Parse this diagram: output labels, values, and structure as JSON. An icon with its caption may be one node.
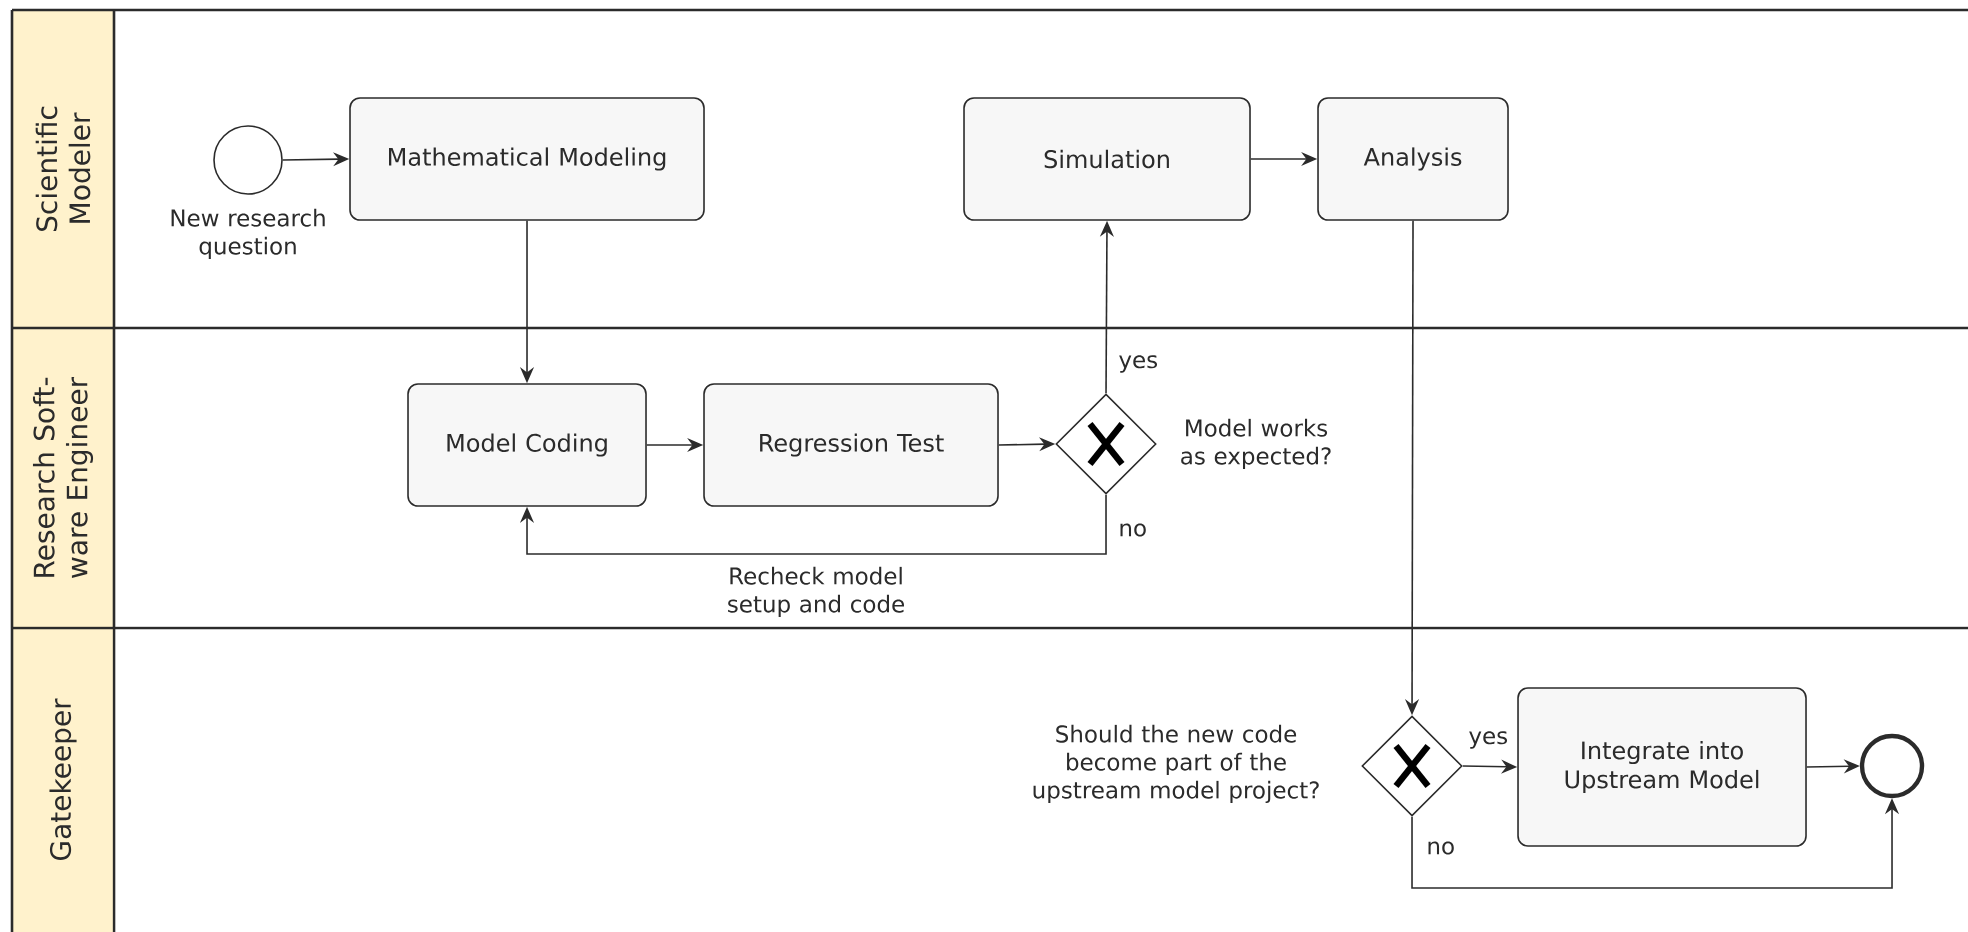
{
  "diagram": {
    "nodes": [
      {
        "text": [
          "Scientific Modeler"
        ]
      },
      {
        "text": [],
        "shape": "circle",
        "in": 0,
        "beside": [
          "New research question"
        ]
      },
      {
        "text": [
          "Mathematical Modeling"
        ],
        "in": 0
      },
      {
        "text": [
          "Simulation"
        ],
        "in": 0
      },
      {
        "text": [
          "Analysis"
        ],
        "in": 0
      },
      {
        "text": [
          "Research Soft- ware Engineer"
        ]
      },
      {
        "text": [
          "Model Coding"
        ],
        "in": 5
      },
      {
        "text": [
          "Regression Test"
        ],
        "in": 5
      },
      {
        "text": [],
        "shape": "diamond",
        "in": 5,
        "beside": [
          "Model works as expected?"
        ]
      },
      {
        "text": [
          "Gatekeeper"
        ]
      },
      {
        "text": [],
        "shape": "diamond",
        "in": 9,
        "beside": [
          "Should the new code become part of the upstream model project?"
        ]
      },
      {
        "text": [
          "Integrate into Upstream Model"
        ],
        "in": 9
      },
      {
        "text": [],
        "shape": "circle",
        "in": 9
      }
    ],
    "edges": [
      {
        "from": 1,
        "to": 2,
        "arrow": "to"
      },
      {
        "from": 2,
        "to": 6,
        "arrow": "to"
      },
      {
        "from": 6,
        "to": 7,
        "arrow": "to"
      },
      {
        "from": 7,
        "to": 8,
        "arrow": "to"
      },
      {
        "from": 8,
        "to": 3,
        "arrow": "to",
        "label": "yes"
      },
      {
        "from": 8,
        "to": 6,
        "arrow": "to",
        "label": "no"
      },
      {
        "from": 3,
        "to": 4,
        "arrow": "to"
      },
      {
        "from": 4,
        "to": 10,
        "arrow": "to"
      },
      {
        "from": 10,
        "to": 11,
        "arrow": "to",
        "label": "yes"
      },
      {
        "from": 11,
        "to": 12,
        "arrow": "to"
      },
      {
        "from": 10,
        "to": 12,
        "arrow": "to",
        "label": "no"
      }
    ],
    "labels": [
      "Recheck model setup and code"
    ]
  }
}
